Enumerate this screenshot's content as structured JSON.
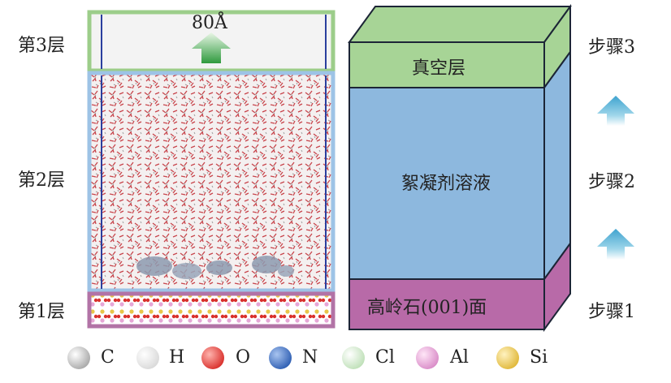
{
  "left_labels": {
    "layer3": "第3层",
    "layer2": "第2层",
    "layer1": "第1层"
  },
  "annotation": {
    "vacuum_height": "80Å"
  },
  "block": {
    "top_label": "真空层",
    "middle_label": "絮凝剂溶液",
    "bottom_label": "高岭石(001)面"
  },
  "steps": {
    "step3": "步骤3",
    "step2": "步骤2",
    "step1": "步骤1"
  },
  "legend": [
    {
      "symbol": "C",
      "color": "#a9a9a9"
    },
    {
      "symbol": "H",
      "color": "#f2f2f2"
    },
    {
      "symbol": "O",
      "color": "#d9302c"
    },
    {
      "symbol": "N",
      "color": "#2f5fb3"
    },
    {
      "symbol": "Cl",
      "color": "#d6ecd2"
    },
    {
      "symbol": "Al",
      "color": "#e6a6d6"
    },
    {
      "symbol": "Si",
      "color": "#e8c54a"
    }
  ],
  "colors": {
    "vacuum_green": "#a7d496",
    "solution_blue": "#8db8de",
    "kaolinite_purple": "#b86aa8",
    "frame_green": "#9ccd8a",
    "frame_blue": "#9dc3e6",
    "frame_purple": "#b273a6",
    "arrow_green": "#3aa24a",
    "arrow_cyan": "#5fb8d8"
  }
}
